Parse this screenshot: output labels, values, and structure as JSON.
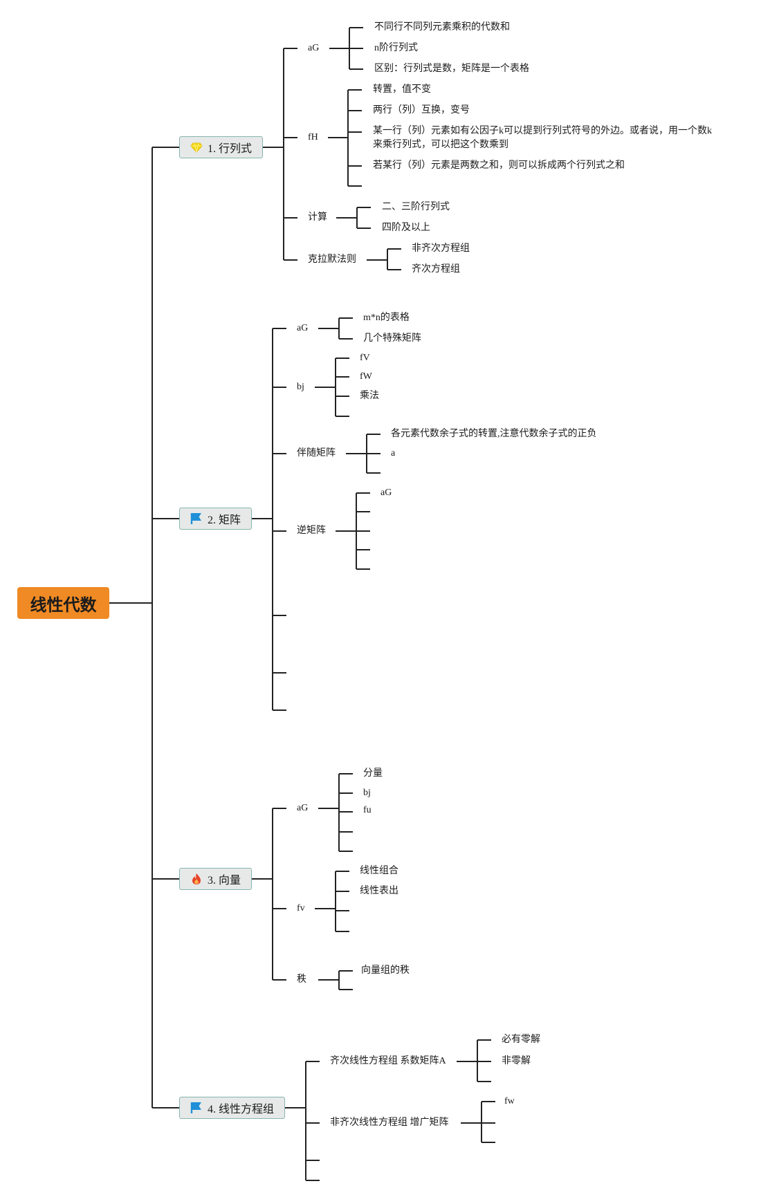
{
  "root": "线性代数",
  "topics": {
    "t1": {
      "label": "1. 行列式",
      "icon": "diamond-icon",
      "c1": {
        "label": "aG",
        "items": [
          "不同行不同列元素乘积的代数和",
          "n阶行列式",
          "区别：行列式是数，矩阵是一个表格"
        ]
      },
      "c2": {
        "label": "fH",
        "items": [
          "转置，值不变",
          "两行（列）互换，变号",
          "某一行（列）元素如有公因子k可以提到行列式符号的外边。或者说，用一个数k来乘行列式，可以把这个数乘到",
          "若某行（列）元素是两数之和，则可以拆成两个行列式之和"
        ]
      },
      "c3": {
        "label": "计算",
        "items": [
          "二、三阶行列式",
          "四阶及以上"
        ]
      },
      "c4": {
        "label": "克拉默法则",
        "items": [
          "非齐次方程组",
          "齐次方程组"
        ]
      }
    },
    "t2": {
      "label": "2. 矩阵",
      "icon": "flag-icon",
      "c1": {
        "label": "aG",
        "items": [
          "m*n的表格",
          "几个特殊矩阵"
        ]
      },
      "c2": {
        "label": "bj",
        "items": [
          "fV",
          "fW",
          "乘法"
        ]
      },
      "c3": {
        "label": "伴随矩阵",
        "items": [
          "各元素代数余子式的转置,注意代数余子式的正负",
          "a"
        ]
      },
      "c4": {
        "label": "逆矩阵",
        "items": [
          "aG"
        ]
      }
    },
    "t3": {
      "label": "3. 向量",
      "icon": "fire-icon",
      "c1": {
        "label": "aG",
        "items": [
          "分量",
          "bj",
          "fu"
        ]
      },
      "c2": {
        "label": "fv",
        "items": [
          "线性组合",
          "线性表出"
        ]
      },
      "c3": {
        "label": "秩",
        "items": [
          "向量组的秩"
        ]
      }
    },
    "t4": {
      "label": "4. 线性方程组",
      "icon": "flag-icon",
      "c1": {
        "label": "齐次线性方程组 系数矩阵A",
        "items": [
          "必有零解",
          "非零解"
        ]
      },
      "c2": {
        "label": "非齐次线性方程组 增广矩阵",
        "items": [
          "fw"
        ]
      }
    }
  },
  "colors": {
    "root_fill": "#f08a24",
    "topic_fill": "#e6e9e8",
    "topic_border": "#86b5ad",
    "line": "#222222",
    "diamond_icon": "#f5d90a",
    "flag_icon": "#1f8fd8",
    "fire_icon": "#e8432b"
  }
}
